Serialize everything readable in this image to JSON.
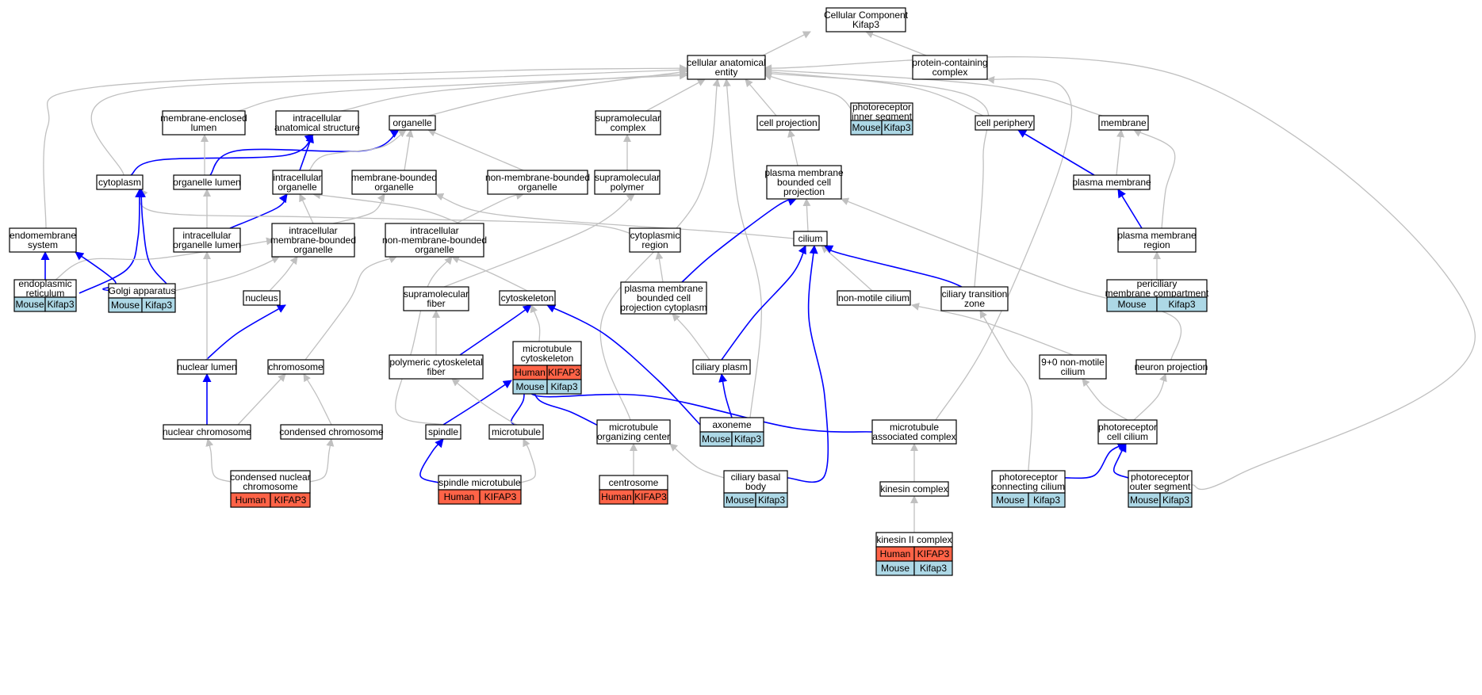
{
  "colors": {
    "human_badge": "#ff6347",
    "mouse_badge": "#add8e6",
    "is_a_edge": "#c0c0c0",
    "annotated_path_edge": "#0000ff",
    "node_border": "#000000"
  },
  "nodes": [
    {
      "id": "root",
      "lines": [
        "Cellular Component",
        "Kifap3"
      ]
    },
    {
      "id": "cae",
      "lines": [
        "cellular anatomical",
        "entity"
      ]
    },
    {
      "id": "pcc",
      "lines": [
        "protein-containing",
        "complex"
      ]
    },
    {
      "id": "mel",
      "lines": [
        "membrane-enclosed",
        "lumen"
      ]
    },
    {
      "id": "ias",
      "lines": [
        "intracellular",
        "anatomical structure"
      ]
    },
    {
      "id": "org",
      "lines": [
        "organelle"
      ]
    },
    {
      "id": "supc",
      "lines": [
        "supramolecular",
        "complex"
      ]
    },
    {
      "id": "cproj",
      "lines": [
        "cell projection"
      ]
    },
    {
      "id": "pis",
      "lines": [
        "photoreceptor",
        "inner segment"
      ],
      "badges": [
        [
          "Mouse",
          "Kifap3"
        ]
      ]
    },
    {
      "id": "cper",
      "lines": [
        "cell periphery"
      ]
    },
    {
      "id": "mem",
      "lines": [
        "membrane"
      ]
    },
    {
      "id": "cyto",
      "lines": [
        "cytoplasm"
      ]
    },
    {
      "id": "orglum",
      "lines": [
        "organelle lumen"
      ]
    },
    {
      "id": "iorg",
      "lines": [
        "intracellular",
        "organelle"
      ]
    },
    {
      "id": "mbo",
      "lines": [
        "membrane-bounded",
        "organelle"
      ]
    },
    {
      "id": "nmbo",
      "lines": [
        "non-membrane-bounded",
        "organelle"
      ]
    },
    {
      "id": "supp",
      "lines": [
        "supramolecular",
        "polymer"
      ]
    },
    {
      "id": "pmbcp",
      "lines": [
        "plasma membrane",
        "bounded cell",
        "projection"
      ]
    },
    {
      "id": "pm",
      "lines": [
        "plasma membrane"
      ]
    },
    {
      "id": "endo",
      "lines": [
        "endomembrane",
        "system"
      ]
    },
    {
      "id": "iol",
      "lines": [
        "intracellular",
        "organelle lumen"
      ]
    },
    {
      "id": "imbo",
      "lines": [
        "intracellular",
        "membrane-bounded",
        "organelle"
      ]
    },
    {
      "id": "inmbo",
      "lines": [
        "intracellular",
        "non-membrane-bounded",
        "organelle"
      ]
    },
    {
      "id": "cytreg",
      "lines": [
        "cytoplasmic",
        "region"
      ]
    },
    {
      "id": "cilium",
      "lines": [
        "cilium"
      ]
    },
    {
      "id": "pmr",
      "lines": [
        "plasma membrane",
        "region"
      ]
    },
    {
      "id": "er",
      "lines": [
        "endoplasmic",
        "reticulum"
      ],
      "badges": [
        [
          "Mouse",
          "Kifap3"
        ]
      ]
    },
    {
      "id": "golgi",
      "lines": [
        "Golgi apparatus"
      ],
      "badges": [
        [
          "Mouse",
          "Kifap3"
        ]
      ]
    },
    {
      "id": "nucleus",
      "lines": [
        "nucleus"
      ]
    },
    {
      "id": "supf",
      "lines": [
        "supramolecular",
        "fiber"
      ]
    },
    {
      "id": "cytsk",
      "lines": [
        "cytoskeleton"
      ]
    },
    {
      "id": "pmbcpc",
      "lines": [
        "plasma membrane",
        "bounded cell",
        "projection cytoplasm"
      ]
    },
    {
      "id": "nmc",
      "lines": [
        "non-motile cilium"
      ]
    },
    {
      "id": "ctz",
      "lines": [
        "ciliary transition",
        "zone"
      ]
    },
    {
      "id": "pmc",
      "lines": [
        "periciliary",
        "membrane compartment"
      ],
      "badges": [
        [
          "Mouse",
          "Kifap3"
        ]
      ]
    },
    {
      "id": "nuclum",
      "lines": [
        "nuclear lumen"
      ]
    },
    {
      "id": "chrom",
      "lines": [
        "chromosome"
      ]
    },
    {
      "id": "pcf",
      "lines": [
        "polymeric cytoskeletal",
        "fiber"
      ]
    },
    {
      "id": "mtcyt",
      "lines": [
        "microtubule",
        "cytoskeleton"
      ],
      "badges": [
        [
          "Human",
          "KIFAP3"
        ],
        [
          "Mouse",
          "Kifap3"
        ]
      ]
    },
    {
      "id": "cplasm",
      "lines": [
        "ciliary plasm"
      ]
    },
    {
      "id": "nmc90",
      "lines": [
        "9+0 non-motile",
        "cilium"
      ]
    },
    {
      "id": "nproj",
      "lines": [
        "neuron projection"
      ]
    },
    {
      "id": "nchrom",
      "lines": [
        "nuclear chromosome"
      ]
    },
    {
      "id": "cchrom",
      "lines": [
        "condensed chromosome"
      ]
    },
    {
      "id": "spindle",
      "lines": [
        "spindle"
      ]
    },
    {
      "id": "mt",
      "lines": [
        "microtubule"
      ]
    },
    {
      "id": "mtoc",
      "lines": [
        "microtubule",
        "organizing center"
      ]
    },
    {
      "id": "axo",
      "lines": [
        "axoneme"
      ],
      "badges": [
        [
          "Mouse",
          "Kifap3"
        ]
      ]
    },
    {
      "id": "mac",
      "lines": [
        "microtubule",
        "associated complex"
      ]
    },
    {
      "id": "pcc2",
      "lines": [
        "photoreceptor",
        "cell cilium"
      ]
    },
    {
      "id": "cnc",
      "lines": [
        "condensed nuclear",
        "chromosome"
      ],
      "badges": [
        [
          "Human",
          "KIFAP3"
        ]
      ]
    },
    {
      "id": "smt",
      "lines": [
        "spindle microtubule"
      ],
      "badges": [
        [
          "Human",
          "KIFAP3"
        ]
      ]
    },
    {
      "id": "cent",
      "lines": [
        "centrosome"
      ],
      "badges": [
        [
          "Human",
          "KIFAP3"
        ]
      ]
    },
    {
      "id": "cbb",
      "lines": [
        "ciliary basal",
        "body"
      ],
      "badges": [
        [
          "Mouse",
          "Kifap3"
        ]
      ]
    },
    {
      "id": "kc",
      "lines": [
        "kinesin complex"
      ]
    },
    {
      "id": "kc2",
      "lines": [
        "kinesin II complex"
      ],
      "badges": [
        [
          "Human",
          "KIFAP3"
        ],
        [
          "Mouse",
          "Kifap3"
        ]
      ]
    },
    {
      "id": "pccil",
      "lines": [
        "photoreceptor",
        "connecting cilium"
      ],
      "badges": [
        [
          "Mouse",
          "Kifap3"
        ]
      ]
    },
    {
      "id": "pos",
      "lines": [
        "photoreceptor",
        "outer segment"
      ],
      "badges": [
        [
          "Mouse",
          "Kifap3"
        ]
      ]
    }
  ],
  "edges": [
    {
      "from": "cae",
      "to": "root",
      "kind": "is_a"
    },
    {
      "from": "pcc",
      "to": "root",
      "kind": "is_a"
    },
    {
      "from": "mel",
      "to": "cae",
      "kind": "is_a"
    },
    {
      "from": "ias",
      "to": "cae",
      "kind": "is_a"
    },
    {
      "from": "org",
      "to": "cae",
      "kind": "is_a"
    },
    {
      "from": "supc",
      "to": "cae",
      "kind": "is_a"
    },
    {
      "from": "cproj",
      "to": "cae",
      "kind": "is_a"
    },
    {
      "from": "pis",
      "to": "cae",
      "kind": "is_a"
    },
    {
      "from": "cper",
      "to": "cae",
      "kind": "is_a"
    },
    {
      "from": "mem",
      "to": "cae",
      "kind": "is_a"
    },
    {
      "from": "cyto",
      "to": "cae",
      "kind": "is_a"
    },
    {
      "from": "endo",
      "to": "cae",
      "kind": "is_a"
    },
    {
      "from": "ctz",
      "to": "cae",
      "kind": "is_a"
    },
    {
      "from": "axo",
      "to": "cae",
      "kind": "is_a"
    },
    {
      "from": "mtoc",
      "to": "cae",
      "kind": "is_a"
    },
    {
      "from": "pos",
      "to": "cae",
      "kind": "is_a"
    },
    {
      "from": "mac",
      "to": "pcc",
      "kind": "is_a"
    },
    {
      "from": "cyto",
      "to": "ias",
      "kind": "annotated_path"
    },
    {
      "from": "iorg",
      "to": "ias",
      "kind": "annotated_path"
    },
    {
      "from": "orglum",
      "to": "org",
      "kind": "annotated_path"
    },
    {
      "from": "iorg",
      "to": "org",
      "kind": "is_a"
    },
    {
      "from": "mbo",
      "to": "org",
      "kind": "is_a"
    },
    {
      "from": "nmbo",
      "to": "org",
      "kind": "is_a"
    },
    {
      "from": "orglum",
      "to": "mel",
      "kind": "is_a"
    },
    {
      "from": "supp",
      "to": "supc",
      "kind": "is_a"
    },
    {
      "from": "pmbcp",
      "to": "cproj",
      "kind": "is_a"
    },
    {
      "from": "pm",
      "to": "cper",
      "kind": "annotated_path"
    },
    {
      "from": "pm",
      "to": "mem",
      "kind": "is_a"
    },
    {
      "from": "pmr",
      "to": "mem",
      "kind": "is_a"
    },
    {
      "from": "iol",
      "to": "iorg",
      "kind": "annotated_path"
    },
    {
      "from": "iol",
      "to": "orglum",
      "kind": "is_a"
    },
    {
      "from": "imbo",
      "to": "iorg",
      "kind": "is_a"
    },
    {
      "from": "imbo",
      "to": "mbo",
      "kind": "is_a"
    },
    {
      "from": "inmbo",
      "to": "iorg",
      "kind": "is_a"
    },
    {
      "from": "inmbo",
      "to": "nmbo",
      "kind": "is_a"
    },
    {
      "from": "cytreg",
      "to": "cyto",
      "kind": "is_a"
    },
    {
      "from": "cilium",
      "to": "mbo",
      "kind": "is_a"
    },
    {
      "from": "cilium",
      "to": "pmbcp",
      "kind": "is_a"
    },
    {
      "from": "nproj",
      "to": "pmbcp",
      "kind": "is_a"
    },
    {
      "from": "pmr",
      "to": "pm",
      "kind": "annotated_path"
    },
    {
      "from": "er",
      "to": "endo",
      "kind": "annotated_path"
    },
    {
      "from": "er",
      "to": "cyto",
      "kind": "annotated_path"
    },
    {
      "from": "er",
      "to": "imbo",
      "kind": "is_a"
    },
    {
      "from": "golgi",
      "to": "endo",
      "kind": "annotated_path"
    },
    {
      "from": "golgi",
      "to": "cyto",
      "kind": "annotated_path"
    },
    {
      "from": "golgi",
      "to": "imbo",
      "kind": "is_a"
    },
    {
      "from": "nucleus",
      "to": "imbo",
      "kind": "is_a"
    },
    {
      "from": "chrom",
      "to": "inmbo",
      "kind": "is_a"
    },
    {
      "from": "spindle",
      "to": "inmbo",
      "kind": "is_a"
    },
    {
      "from": "cytsk",
      "to": "inmbo",
      "kind": "is_a"
    },
    {
      "from": "supf",
      "to": "supp",
      "kind": "is_a"
    },
    {
      "from": "pmbcpc",
      "to": "cytreg",
      "kind": "is_a"
    },
    {
      "from": "pmbcpc",
      "to": "pmbcp",
      "kind": "annotated_path"
    },
    {
      "from": "cplasm",
      "to": "cilium",
      "kind": "annotated_path"
    },
    {
      "from": "cplasm",
      "to": "pmbcpc",
      "kind": "is_a"
    },
    {
      "from": "nmc",
      "to": "cilium",
      "kind": "is_a"
    },
    {
      "from": "ctz",
      "to": "cilium",
      "kind": "annotated_path"
    },
    {
      "from": "cbb",
      "to": "cilium",
      "kind": "annotated_path"
    },
    {
      "from": "pmc",
      "to": "pmr",
      "kind": "is_a"
    },
    {
      "from": "nuclum",
      "to": "nucleus",
      "kind": "annotated_path"
    },
    {
      "from": "nuclum",
      "to": "iol",
      "kind": "is_a"
    },
    {
      "from": "pcf",
      "to": "cytsk",
      "kind": "annotated_path"
    },
    {
      "from": "pcf",
      "to": "supf",
      "kind": "is_a"
    },
    {
      "from": "mtcyt",
      "to": "cytsk",
      "kind": "is_a"
    },
    {
      "from": "axo",
      "to": "cytsk",
      "kind": "annotated_path"
    },
    {
      "from": "axo",
      "to": "cplasm",
      "kind": "annotated_path"
    },
    {
      "from": "nmc90",
      "to": "nmc",
      "kind": "is_a"
    },
    {
      "from": "pcc2",
      "to": "nmc90",
      "kind": "is_a"
    },
    {
      "from": "pcc2",
      "to": "nproj",
      "kind": "is_a"
    },
    {
      "from": "nchrom",
      "to": "nuclum",
      "kind": "annotated_path"
    },
    {
      "from": "nchrom",
      "to": "chrom",
      "kind": "is_a"
    },
    {
      "from": "cchrom",
      "to": "chrom",
      "kind": "is_a"
    },
    {
      "from": "spindle",
      "to": "mtcyt",
      "kind": "annotated_path"
    },
    {
      "from": "mt",
      "to": "mtcyt",
      "kind": "annotated_path"
    },
    {
      "from": "mt",
      "to": "pcf",
      "kind": "is_a"
    },
    {
      "from": "mtoc",
      "to": "mtcyt",
      "kind": "annotated_path"
    },
    {
      "from": "mac",
      "to": "mtcyt",
      "kind": "annotated_path"
    },
    {
      "from": "cnc",
      "to": "nchrom",
      "kind": "is_a"
    },
    {
      "from": "cnc",
      "to": "cchrom",
      "kind": "is_a"
    },
    {
      "from": "smt",
      "to": "spindle",
      "kind": "annotated_path"
    },
    {
      "from": "smt",
      "to": "mt",
      "kind": "is_a"
    },
    {
      "from": "cent",
      "to": "mtoc",
      "kind": "is_a"
    },
    {
      "from": "cbb",
      "to": "mtoc",
      "kind": "is_a"
    },
    {
      "from": "kc",
      "to": "mac",
      "kind": "is_a"
    },
    {
      "from": "kc2",
      "to": "kc",
      "kind": "is_a"
    },
    {
      "from": "pccil",
      "to": "pcc2",
      "kind": "annotated_path"
    },
    {
      "from": "pccil",
      "to": "ctz",
      "kind": "is_a"
    },
    {
      "from": "pos",
      "to": "pcc2",
      "kind": "annotated_path"
    }
  ]
}
